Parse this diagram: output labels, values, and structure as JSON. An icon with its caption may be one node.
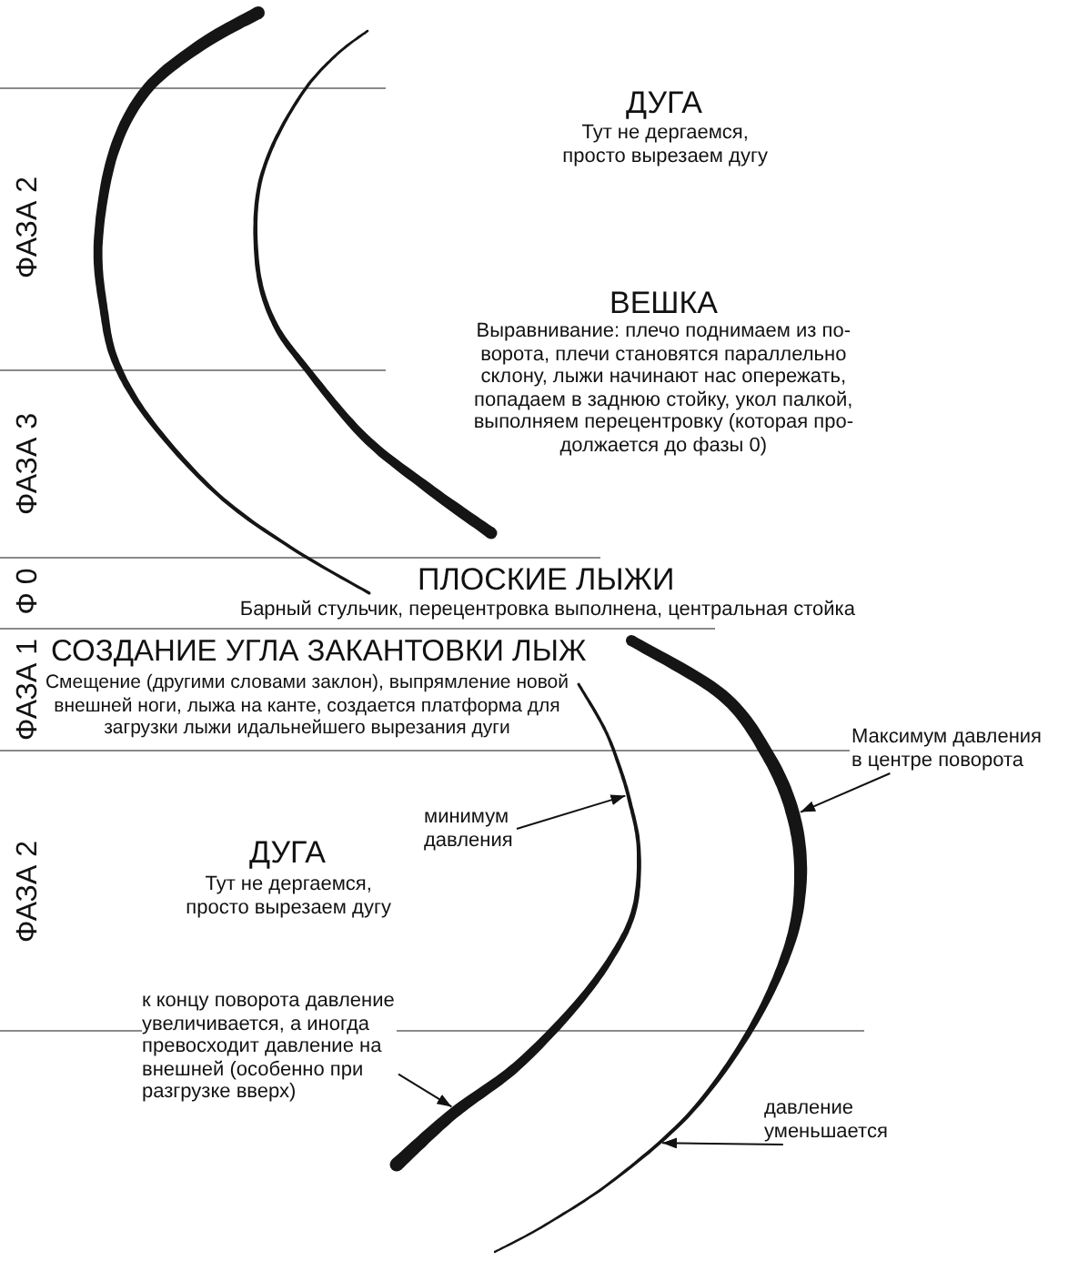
{
  "diagram": {
    "nodes": [
      {
        "text": [],
        "shape": "curve"
      },
      {
        "text": [],
        "shape": "curve"
      },
      {
        "text": [],
        "shape": "curve"
      },
      {
        "text": [],
        "shape": "curve"
      },
      {
        "text": [
          "Максимум давления в центре поворота"
        ]
      },
      {
        "text": [
          "минимум давления"
        ]
      },
      {
        "text": [
          "к концу поворота давление увеличивается, а иногда превосходит давление на внешней (особенно при разгрузке вверх)"
        ]
      },
      {
        "text": [
          "давление уменьшается"
        ]
      }
    ],
    "edges": [
      {
        "from": 4,
        "to": 3,
        "arrow": "to"
      },
      {
        "from": 5,
        "to": 2,
        "arrow": "to"
      },
      {
        "from": 6,
        "to": 2,
        "arrow": "to"
      },
      {
        "from": 7,
        "to": 3,
        "arrow": "to"
      }
    ],
    "labels": [
      "ФАЗА 2",
      "ДУГА",
      "Тут не дергаемся, просто вырезаем дугу",
      "ВЕШКА",
      "Выравнивание: плечо поднимаем из по- ворота, плечи становятся параллельно склону, лыжи начинают нас опережать, попадаем в заднюю стойку, укол палкой, выполняем перецентровку (которая про- должается до фазы 0)",
      "ФАЗА 3",
      "Ф 0",
      "ПЛОСКИЕ ЛЫЖИ",
      "Барный стульчик, перецентровка выполнена, центральная стойка",
      "ФАЗА 1",
      "СОЗДАНИЕ УГЛА ЗАКАНТОВКИ ЛЫЖ",
      "Смещение (другими словами заклон), выпрямление новой внешней ноги, лыжа на канте, создается платформа для загрузки лыжи идальнейшего вырезания дуги",
      "ФАЗА 2",
      "ДУГА",
      "Тут не дергаемся, просто вырезаем дугу"
    ]
  }
}
